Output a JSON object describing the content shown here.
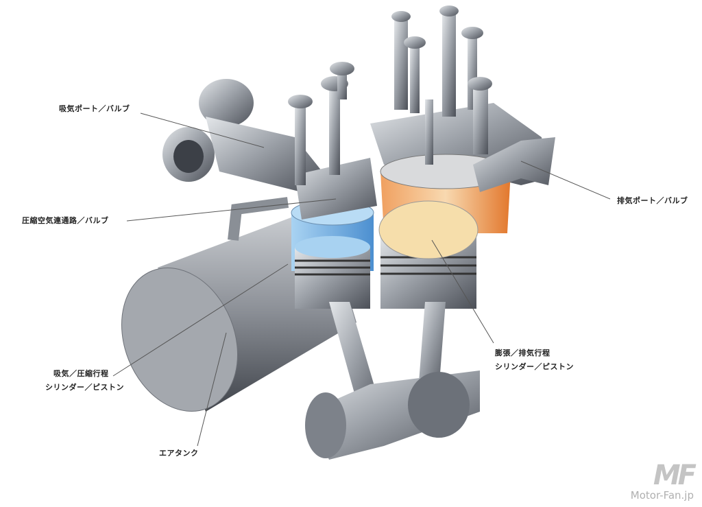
{
  "labels": {
    "intake_port": "吸気ポート／バルブ",
    "compressed_air_passage": "圧縮空気連通路／バルブ",
    "exhaust_port": "排気ポート／バルブ",
    "expansion_line1": "膨張／排気行程",
    "expansion_line2": "シリンダー／ピストン",
    "intake_line1": "吸気／圧縮行程",
    "intake_line2": "シリンダー／ピストン",
    "air_tank": "エアタンク"
  },
  "logo": {
    "mark": "MF",
    "text": "Motor-Fan.jp"
  },
  "colors": {
    "metal": "#9aa0a8",
    "intake_cylinder": "#7db7e6",
    "exhaust_cylinder": "#e8853a",
    "piston_top": "#f3d9a0"
  }
}
